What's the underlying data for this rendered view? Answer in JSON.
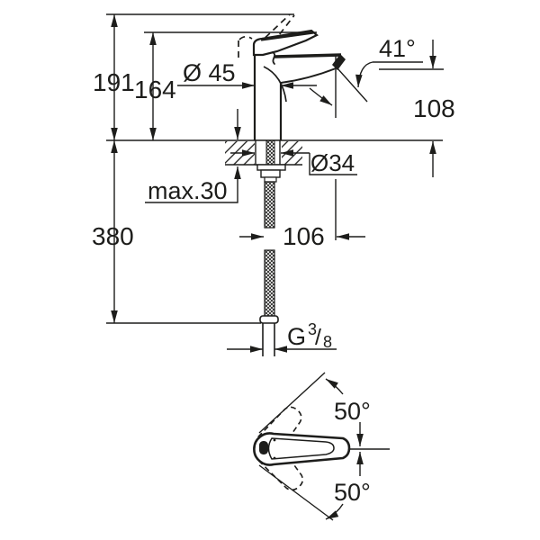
{
  "colors": {
    "background": "#ffffff",
    "line": "#1d1d1b"
  },
  "side_view": {
    "dims": {
      "overall_height": "191",
      "handle_top_height": "164",
      "body_diameter": "Ø 45",
      "aerator_angle": "41°",
      "spout_outlet_height": "108",
      "shank_diameter": "Ø34",
      "max_deck_thickness": "max.30",
      "hose_length": "380",
      "spout_reach": "106",
      "thread_prefix": "G",
      "thread_numerator": "3",
      "thread_slash": "/",
      "thread_denominator": "8"
    }
  },
  "top_view": {
    "dims": {
      "handle_swing_upper": "50°",
      "handle_swing_lower": "50°"
    }
  }
}
